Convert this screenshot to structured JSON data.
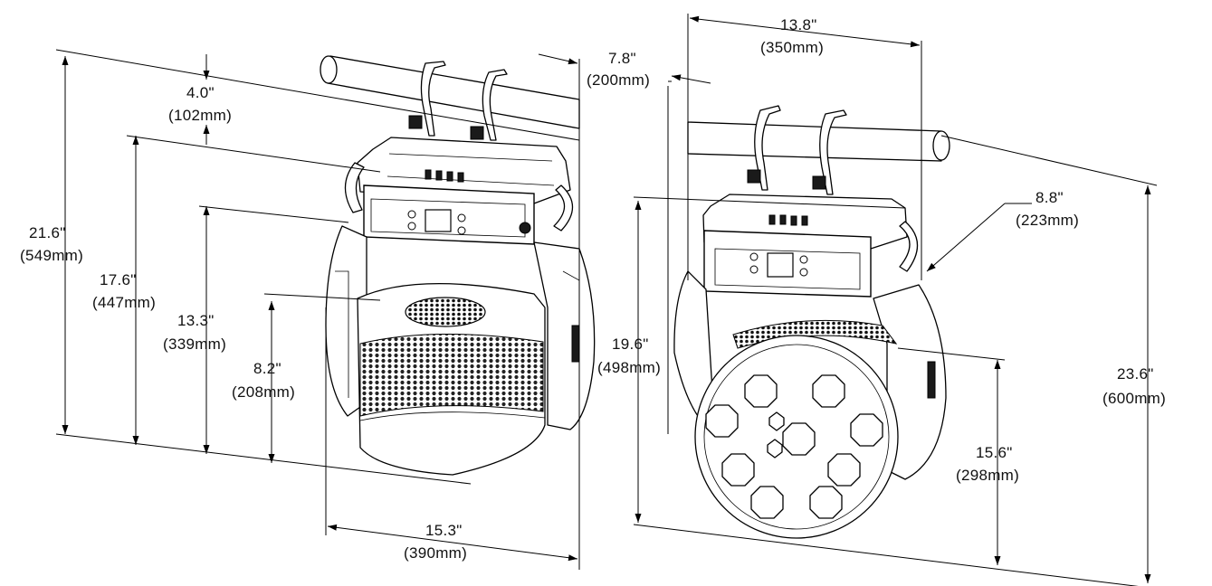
{
  "dimensions": {
    "overall_height": {
      "in": "21.6\"",
      "mm": "(549mm)"
    },
    "height_without_clamp": {
      "in": "17.6\"",
      "mm": "(447mm)"
    },
    "clamp_height": {
      "in": "4.0\"",
      "mm": "(102mm)"
    },
    "yoke_height": {
      "in": "13.3\"",
      "mm": "(339mm)"
    },
    "head_height": {
      "in": "8.2\"",
      "mm": "(208mm)"
    },
    "head_width": {
      "in": "15.3\"",
      "mm": "(390mm)"
    },
    "base_depth": {
      "in": "7.8\"",
      "mm": "(200mm)"
    },
    "base_width": {
      "in": "13.8\"",
      "mm": "(350mm)"
    },
    "side_depth": {
      "in": "8.8\"",
      "mm": "(223mm)"
    },
    "front_height": {
      "in": "19.6\"",
      "mm": "(498mm)"
    },
    "overall_height_max": {
      "in": "23.6\"",
      "mm": "(600mm)"
    },
    "head_diameter": {
      "in": "15.6\"",
      "mm": "(298mm)"
    }
  }
}
